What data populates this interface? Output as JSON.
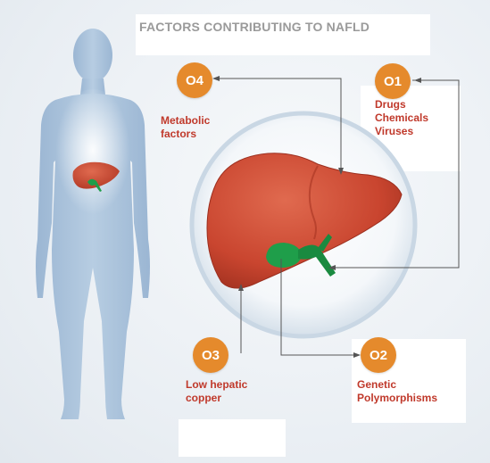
{
  "title": "FACTORS CONTRIBUTING TO NAFLD",
  "factors": [
    {
      "number": "O1",
      "lines": [
        "Drugs",
        "Chemicals",
        "Viruses"
      ]
    },
    {
      "number": "O2",
      "lines": [
        "Genetic",
        "Polymorphisms"
      ]
    },
    {
      "number": "O3",
      "lines": [
        "Low hepatic",
        "copper"
      ]
    },
    {
      "number": "O4",
      "lines": [
        "Metabolic",
        "factors"
      ]
    }
  ],
  "colors": {
    "badge": "#e58a2c",
    "factor_text": "#c0392b",
    "title_text": "#9a9a9a",
    "liver": "#c9452f",
    "gallbladder": "#1f9e4a",
    "body_silhouette": "#a9c2dc"
  }
}
